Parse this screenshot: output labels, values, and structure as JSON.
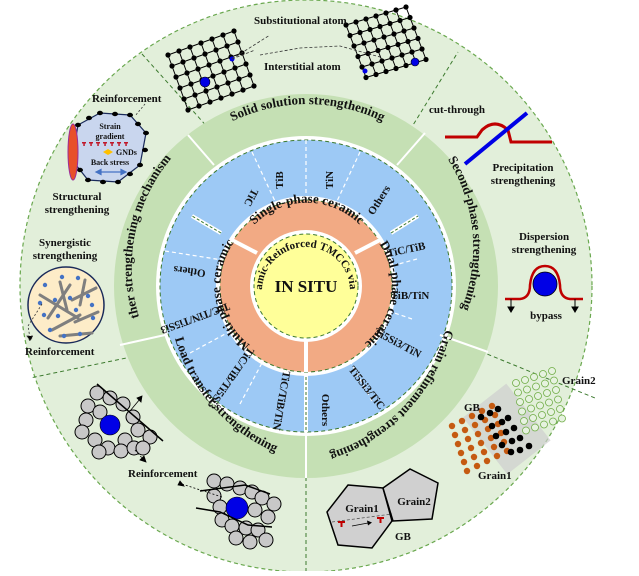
{
  "center": {
    "title": "IN SITU",
    "arc_label": "Ceramic-Reinforced TMCCs via LC"
  },
  "categories": [
    {
      "label": "Single-phase ceramic",
      "items": [
        "TiC",
        "TiB",
        "TiN",
        "Others"
      ]
    },
    {
      "label": "Dual-phase ceramic",
      "items": [
        "TiC/TiB",
        "TiB/TiN",
        "Ti5Si3/TiN",
        "Ti5Si3/TiC",
        "Others"
      ]
    },
    {
      "label": "Multi-phase ceramic",
      "items": [
        "TiC/TiB/TiN",
        "TiC/TiB/Ti5Si3",
        "TiC/TiN/Ti5Si3",
        "Others"
      ]
    }
  ],
  "mechanisms": [
    {
      "label": "Solid solution strengthening"
    },
    {
      "label": "Second-phase strengthening"
    },
    {
      "label": "Grain refinement strengthening"
    },
    {
      "label": "Load transfer strengthening"
    },
    {
      "label": "Other strengthening mechanisms"
    }
  ],
  "illustrations": {
    "solid_solution": {
      "substitutional": "Substitutional atom",
      "interstitial": "Interstitial atom"
    },
    "second_phase": {
      "cut_through": "cut-through",
      "precipitation": [
        "Precipitation",
        "strengthening"
      ],
      "dispersion": [
        "Dispersion",
        "strengthening"
      ],
      "bypass": "bypass"
    },
    "grain_refinement": {
      "grain1": "Grain1",
      "grain2": "Grain2",
      "gb": "GB"
    },
    "load_transfer": {
      "reinforcement": "Reinforcement"
    },
    "other": {
      "reinforcement_top": "Reinforcement",
      "strain_gradient": [
        "Strain",
        "gradient"
      ],
      "gnds": "GNDs",
      "back_stress": "Back stress",
      "structural": [
        "Structural",
        "strengthening"
      ],
      "synergistic": [
        "Synergistic",
        "strengthening"
      ],
      "reinforcement_bottom": "Reinforcement"
    }
  },
  "colors": {
    "outer_ring": "#e2efda",
    "mid_ring": "#c5e0b4",
    "cell_ring": "#9dc9f5",
    "category_ring": "#f2aa84",
    "core": "#ffff99",
    "dash": "#3c7a2e",
    "accent_blue": "#0000e6",
    "accent_red": "#c00000"
  }
}
